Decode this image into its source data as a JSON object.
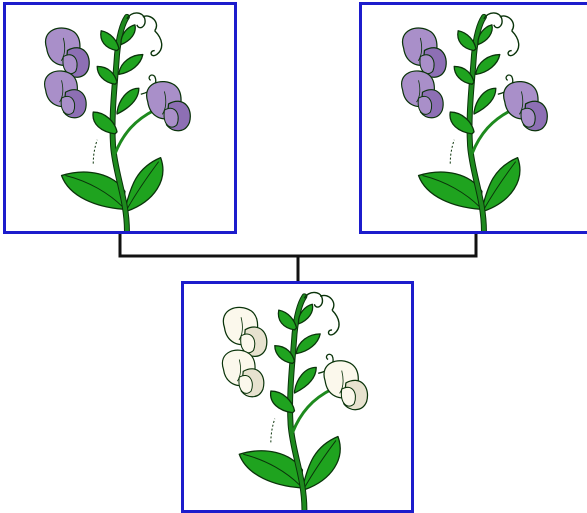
{
  "colors": {
    "frame": "#1c1ccc",
    "connector": "#111111",
    "stem": "#1e8a1e",
    "leaf": "#1fa31f",
    "outline": "#0a330a"
  },
  "plants": [
    {
      "id": "left-parent",
      "flower_color": "purple",
      "petal": "#a98fc9",
      "petal_shade": "#8d6fb4"
    },
    {
      "id": "right-parent",
      "flower_color": "purple",
      "petal": "#a98fc9",
      "petal_shade": "#8d6fb4"
    },
    {
      "id": "offspring",
      "flower_color": "white",
      "petal": "#fbf8ec",
      "petal_shade": "#e7e2cf"
    }
  ]
}
